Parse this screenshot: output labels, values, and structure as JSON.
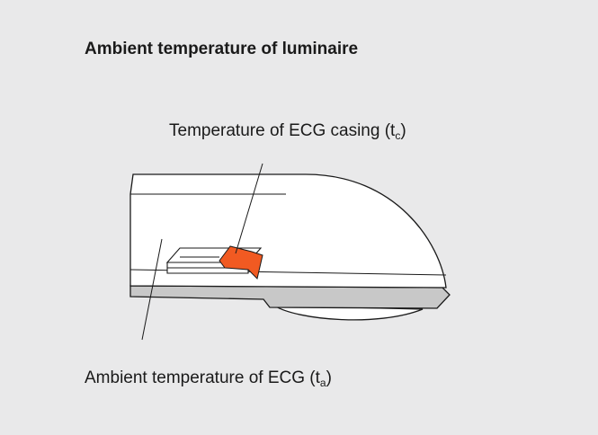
{
  "title": "Ambient temperature of luminaire",
  "labels": {
    "casing_text": "Temperature of ECG casing (t",
    "casing_sub": "c",
    "casing_close": ")",
    "ambient_text": "Ambient temperature of ECG (t",
    "ambient_sub": "a",
    "ambient_close": ")"
  },
  "colors": {
    "background": "#e9e9ea",
    "housing": "#ffffff",
    "outline": "#1a1a1a",
    "base_plate": "#c8c8c8",
    "casing_highlight": "#f15a22"
  }
}
